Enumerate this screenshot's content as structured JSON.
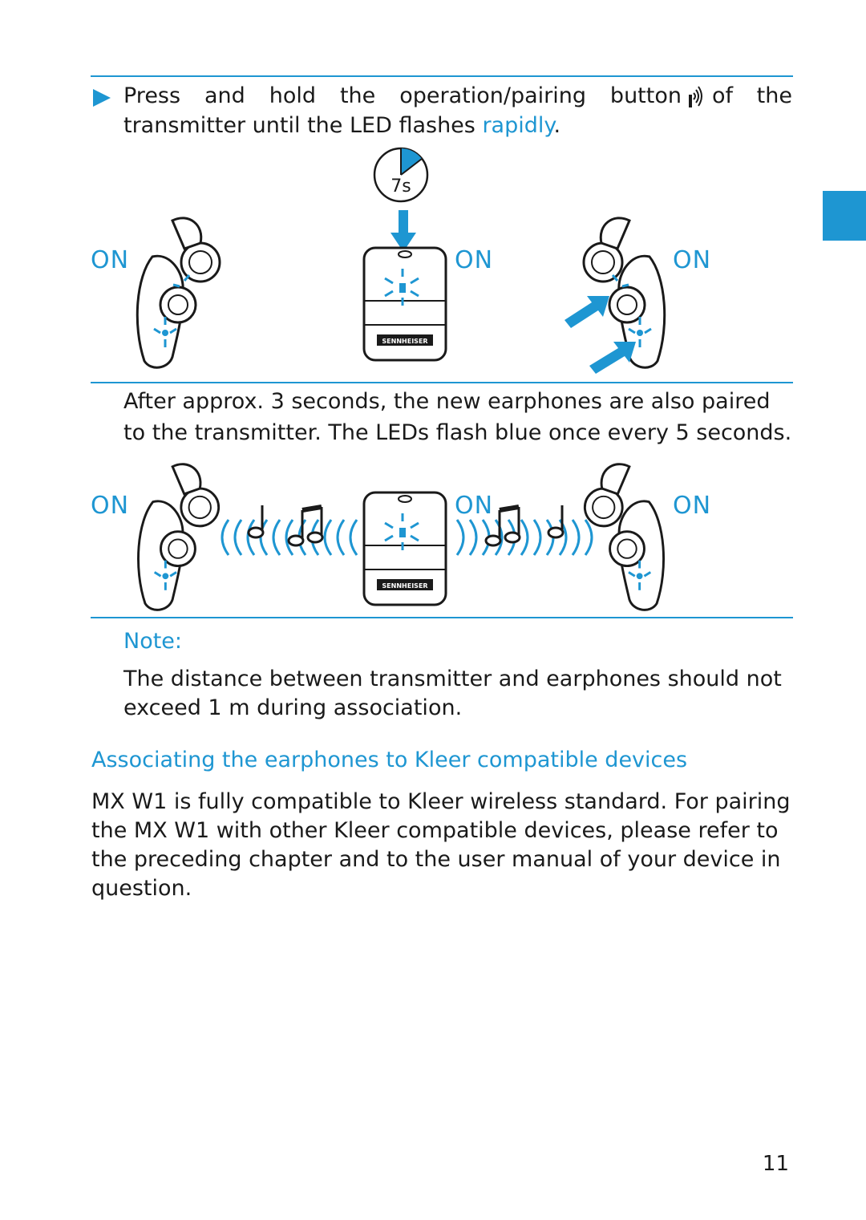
{
  "step": {
    "text_pre": "Press and hold the operation/pairing button",
    "text_post": "of the",
    "line2_pre": "transmitter until the LED flashes ",
    "line2_hl": "rapidly",
    "line2_post": "."
  },
  "timer_label": "7s",
  "on_labels": [
    "ON",
    "ON",
    "ON"
  ],
  "brand": "SENNHEISER",
  "result_text_1": "After approx. 3 seconds, the new earphones are also paired",
  "result_text_2": "to the transmitter. The LEDs flash blue once every 5 seconds.",
  "note": {
    "title": "Note:",
    "line1": "The distance between transmitter and earphones should not",
    "line2": "exceed 1 m during association."
  },
  "section": {
    "heading": "Associating the earphones to Kleer compatible devices",
    "lines": [
      "MX W1 is fully compatible to Kleer wireless standard. For pairing",
      "the MX W1 with other Kleer compatible devices, please refer to",
      "the preceding chapter and to the user manual of your device in",
      "question."
    ]
  },
  "page_number": "11",
  "colors": {
    "accent": "#1e96d2",
    "text": "#1a1a1a"
  }
}
